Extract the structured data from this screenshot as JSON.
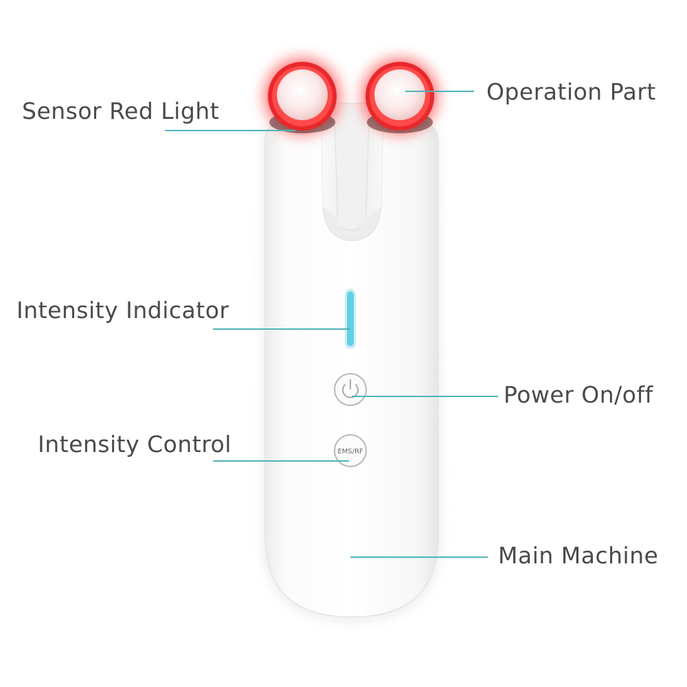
{
  "labels": {
    "sensor_red_light": "Sensor Red Light",
    "operation_part": "Operation Part",
    "intensity_indicator": "Intensity Indicator",
    "power_on_off": "Power On/off",
    "intensity_control": "Intensity Control",
    "main_machine": "Main Machine"
  },
  "device": {
    "mode_button_text": "EMS/RF",
    "power_icon": "power-icon"
  },
  "colors": {
    "leader_line": "#4fb3b6",
    "led_red": "#e8282b",
    "indicator_cyan": "#5fd3e6",
    "body": "#ffffff",
    "label_text": "#4a4a4a"
  }
}
